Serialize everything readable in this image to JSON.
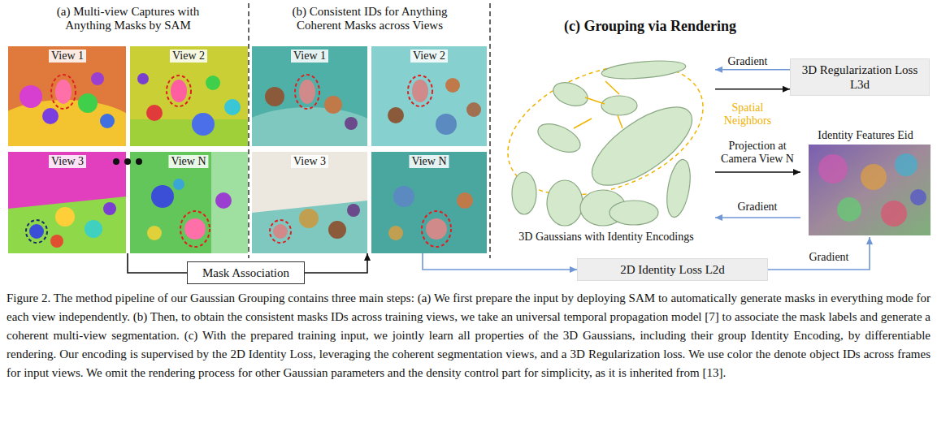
{
  "diagram": {
    "caption": "Figure 2. The method pipeline of our Gaussian Grouping contains three main steps: (a) We first prepare the input by deploying SAM to automatically generate masks in everything mode for each view independently. (b) Then, to obtain the consistent masks IDs across training views, we take an universal temporal propagation model [7] to associate the mask labels and generate a coherent multi-view segmentation. (c) With the prepared training input, we jointly learn all properties of the 3D Gaussians, including their group Identity Encoding, by differentiable rendering. Our encoding is supervised by the 2D Identity Loss, leveraging the coherent segmentation views, and a 3D Regularization loss. We use color the denote object IDs across frames for input views. We omit the rendering process for other Gaussian parameters and the density control part for simplicity, as it is inherited from [13].",
    "nodes": [
      {
        "text": [
          "(a) Multi-view Captures with Anything Masks by SAM"
        ]
      },
      {
        "text": [
          "(b) Consistent IDs for Anything Coherent Masks across Views"
        ]
      },
      {
        "text": [
          "Mask Association"
        ]
      },
      {
        "text": [
          "3D Gaussians with Identity Encodings"
        ]
      },
      {
        "text": [
          "3D Regularization Loss L3d"
        ]
      },
      {
        "text": [
          "Identity Features Eid"
        ]
      },
      {
        "text": [
          "2D Identity Loss L2d"
        ]
      }
    ],
    "edges": [
      {
        "from": 0,
        "to": 2,
        "arrow": "none"
      },
      {
        "from": 2,
        "to": 1,
        "arrow": "to"
      },
      {
        "from": 4,
        "to": 3,
        "label": "Gradient",
        "arrow": "to"
      },
      {
        "from": 3,
        "to": 4,
        "arrow": "to"
      },
      {
        "from": 3,
        "to": 5,
        "label": "Projection at Camera View N",
        "arrow": "to"
      },
      {
        "from": 5,
        "to": 3,
        "label": "Gradient",
        "arrow": "to"
      },
      {
        "from": 1,
        "to": 6,
        "arrow": "to"
      },
      {
        "from": 6,
        "to": 5,
        "label": "Gradient",
        "arrow": "to"
      }
    ],
    "labels": [
      "(c) Grouping via Rendering",
      "View 1",
      "View 2",
      "View 3",
      "View N",
      "View 1",
      "View 2",
      "View 3",
      "View N",
      "Spatial Neighbors"
    ]
  }
}
